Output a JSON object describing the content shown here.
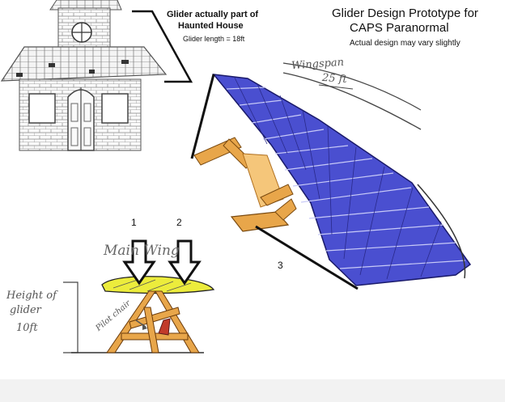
{
  "title": {
    "line1": "Glider Design Prototype for",
    "line2": "CAPS Paranormal",
    "subtitle": "Actual design may vary slightly"
  },
  "haunted_house_note": {
    "line1": "Glider actually part of",
    "line2": "Haunted House",
    "length": "Glider length = 18ft"
  },
  "wingspan": {
    "label": "Wingspan",
    "value": "25 ft"
  },
  "main_wing": {
    "label": "Main Wing"
  },
  "markers": [
    "1",
    "2",
    "3"
  ],
  "height_label": {
    "line1": "Height of",
    "line2": "glider",
    "line3": "10ft"
  },
  "pilot_chair": "Pilot chair",
  "colors": {
    "solar_panel": "#4a4fd0",
    "wood_frame": "#e8a64a",
    "yellow_wing": "#ecec3c",
    "ink": "#111111"
  }
}
